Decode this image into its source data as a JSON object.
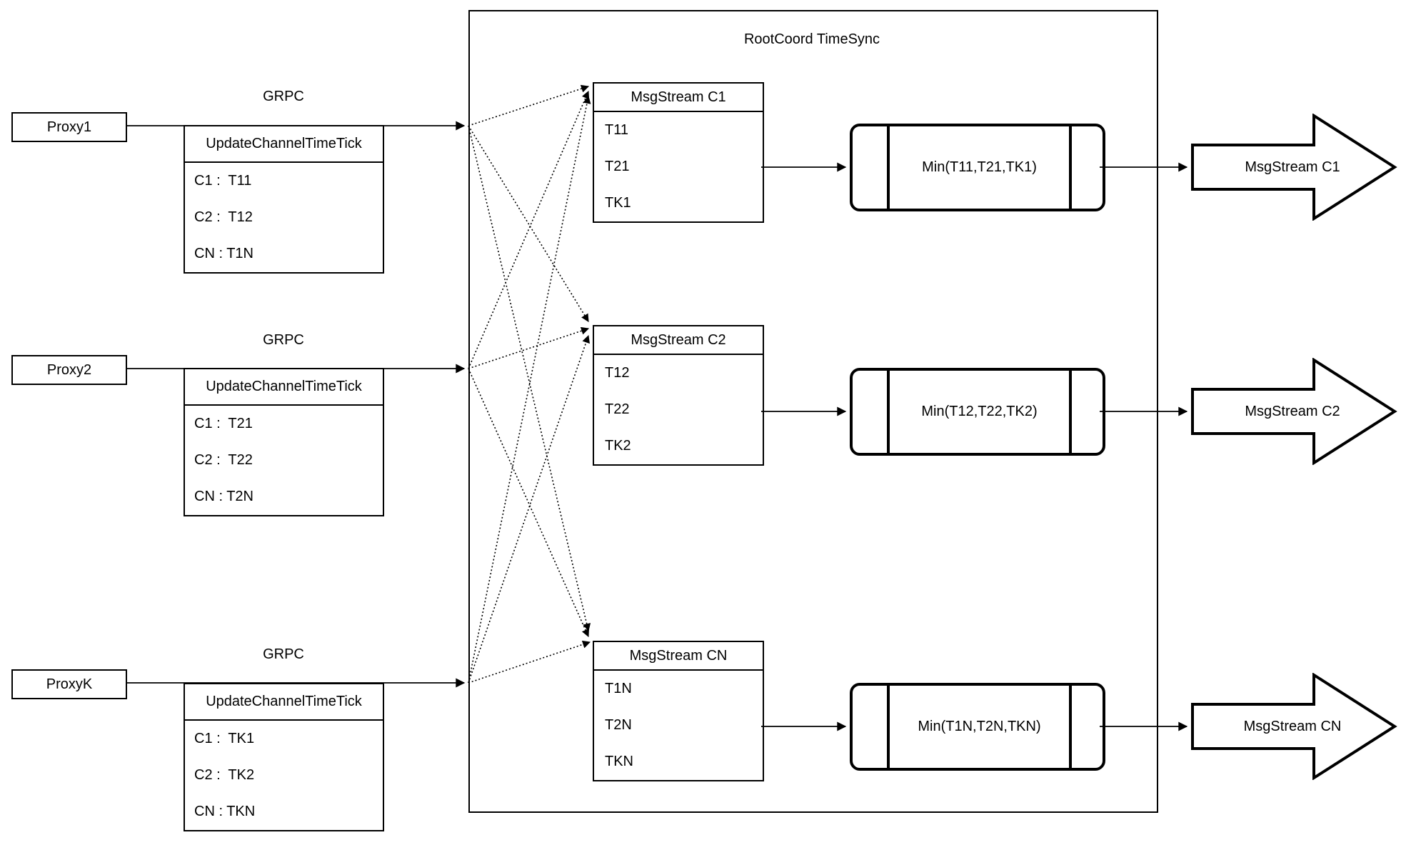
{
  "diagram": {
    "title": "RootCoord TimeSync",
    "grpc_label": "GRPC",
    "proxies": [
      {
        "name": "Proxy1",
        "table": {
          "header": "UpdateChannelTimeTick",
          "rows": [
            "C1 :  T11",
            "C2 :  T12",
            "CN : T1N"
          ]
        }
      },
      {
        "name": "Proxy2",
        "table": {
          "header": "UpdateChannelTimeTick",
          "rows": [
            "C1 :  T21",
            "C2 :  T22",
            "CN : T2N"
          ]
        }
      },
      {
        "name": "ProxyK",
        "table": {
          "header": "UpdateChannelTimeTick",
          "rows": [
            "C1 :  TK1",
            "C2 :  TK2",
            "CN : TKN"
          ]
        }
      }
    ],
    "msgstreams": [
      {
        "header": "MsgStream C1",
        "rows": [
          "T11",
          "T21",
          "TK1"
        ],
        "min": "Min(T11,T21,TK1)",
        "output": "MsgStream C1"
      },
      {
        "header": "MsgStream C2",
        "rows": [
          "T12",
          "T22",
          "TK2"
        ],
        "min": "Min(T12,T22,TK2)",
        "output": "MsgStream C2"
      },
      {
        "header": "MsgStream CN",
        "rows": [
          "T1N",
          "T2N",
          "TKN"
        ],
        "min": "Min(T1N,T2N,TKN)",
        "output": "MsgStream CN"
      }
    ]
  }
}
